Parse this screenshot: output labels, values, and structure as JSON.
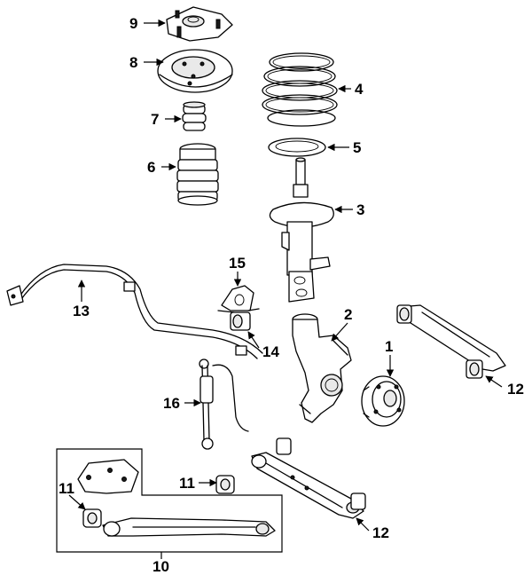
{
  "callouts": {
    "c1": "1",
    "c2": "2",
    "c3": "3",
    "c4": "4",
    "c5": "5",
    "c6": "6",
    "c7": "7",
    "c8": "8",
    "c9": "9",
    "c10": "10",
    "c11a": "11",
    "c11b": "11",
    "c12a": "12",
    "c12b": "12",
    "c13": "13",
    "c14": "14",
    "c15": "15",
    "c16": "16"
  }
}
